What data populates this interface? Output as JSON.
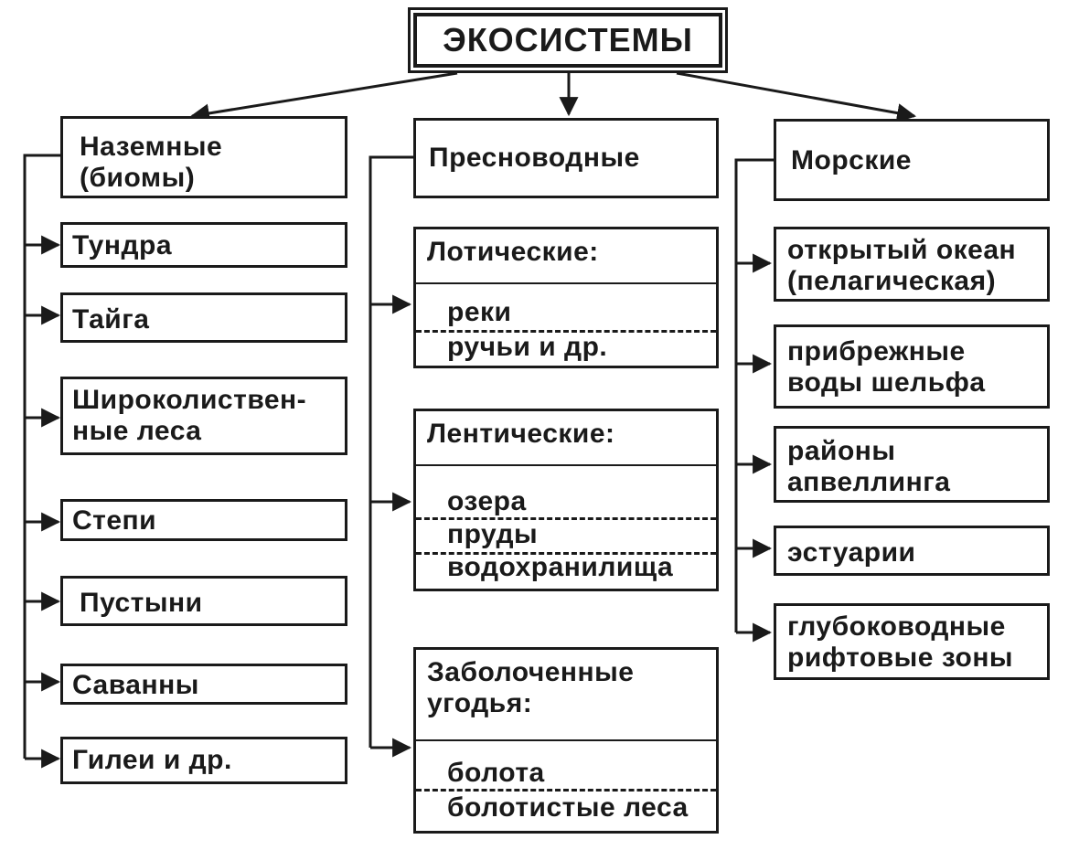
{
  "root": {
    "title": "ЭКОСИСТЕМЫ"
  },
  "terrestrial": {
    "title_line1": "Наземные",
    "title_line2": "(биомы)",
    "items": [
      {
        "line1": "Тундра"
      },
      {
        "line1": "Тайга"
      },
      {
        "line1": "Широколиствен-",
        "line2": "ные леса"
      },
      {
        "line1": "Степи"
      },
      {
        "line1": "Пустыни"
      },
      {
        "line1": "Саванны"
      },
      {
        "line1": "Гилеи и др."
      }
    ]
  },
  "freshwater": {
    "title": "Пресноводные",
    "groups": [
      {
        "title": "Лотические:",
        "items": [
          "реки",
          "ручьи и др."
        ]
      },
      {
        "title": "Лентические:",
        "items": [
          "озера",
          "пруды",
          "водохранилища"
        ]
      },
      {
        "title_line1": "Заболоченные",
        "title_line2": "угодья:",
        "items": [
          "болота",
          "болотистые леса"
        ]
      }
    ]
  },
  "marine": {
    "title": "Морские",
    "items": [
      {
        "line1": "открытый океан",
        "line2": "(пелагическая)"
      },
      {
        "line1": "прибрежные",
        "line2": "воды шельфа"
      },
      {
        "line1": "районы",
        "line2": "апвеллинга"
      },
      {
        "line1": "эстуарии"
      },
      {
        "line1": "глубоководные",
        "line2": "рифтовые зоны"
      }
    ]
  },
  "colors": {
    "ink": "#1a1a1a",
    "paper": "#ffffff"
  }
}
